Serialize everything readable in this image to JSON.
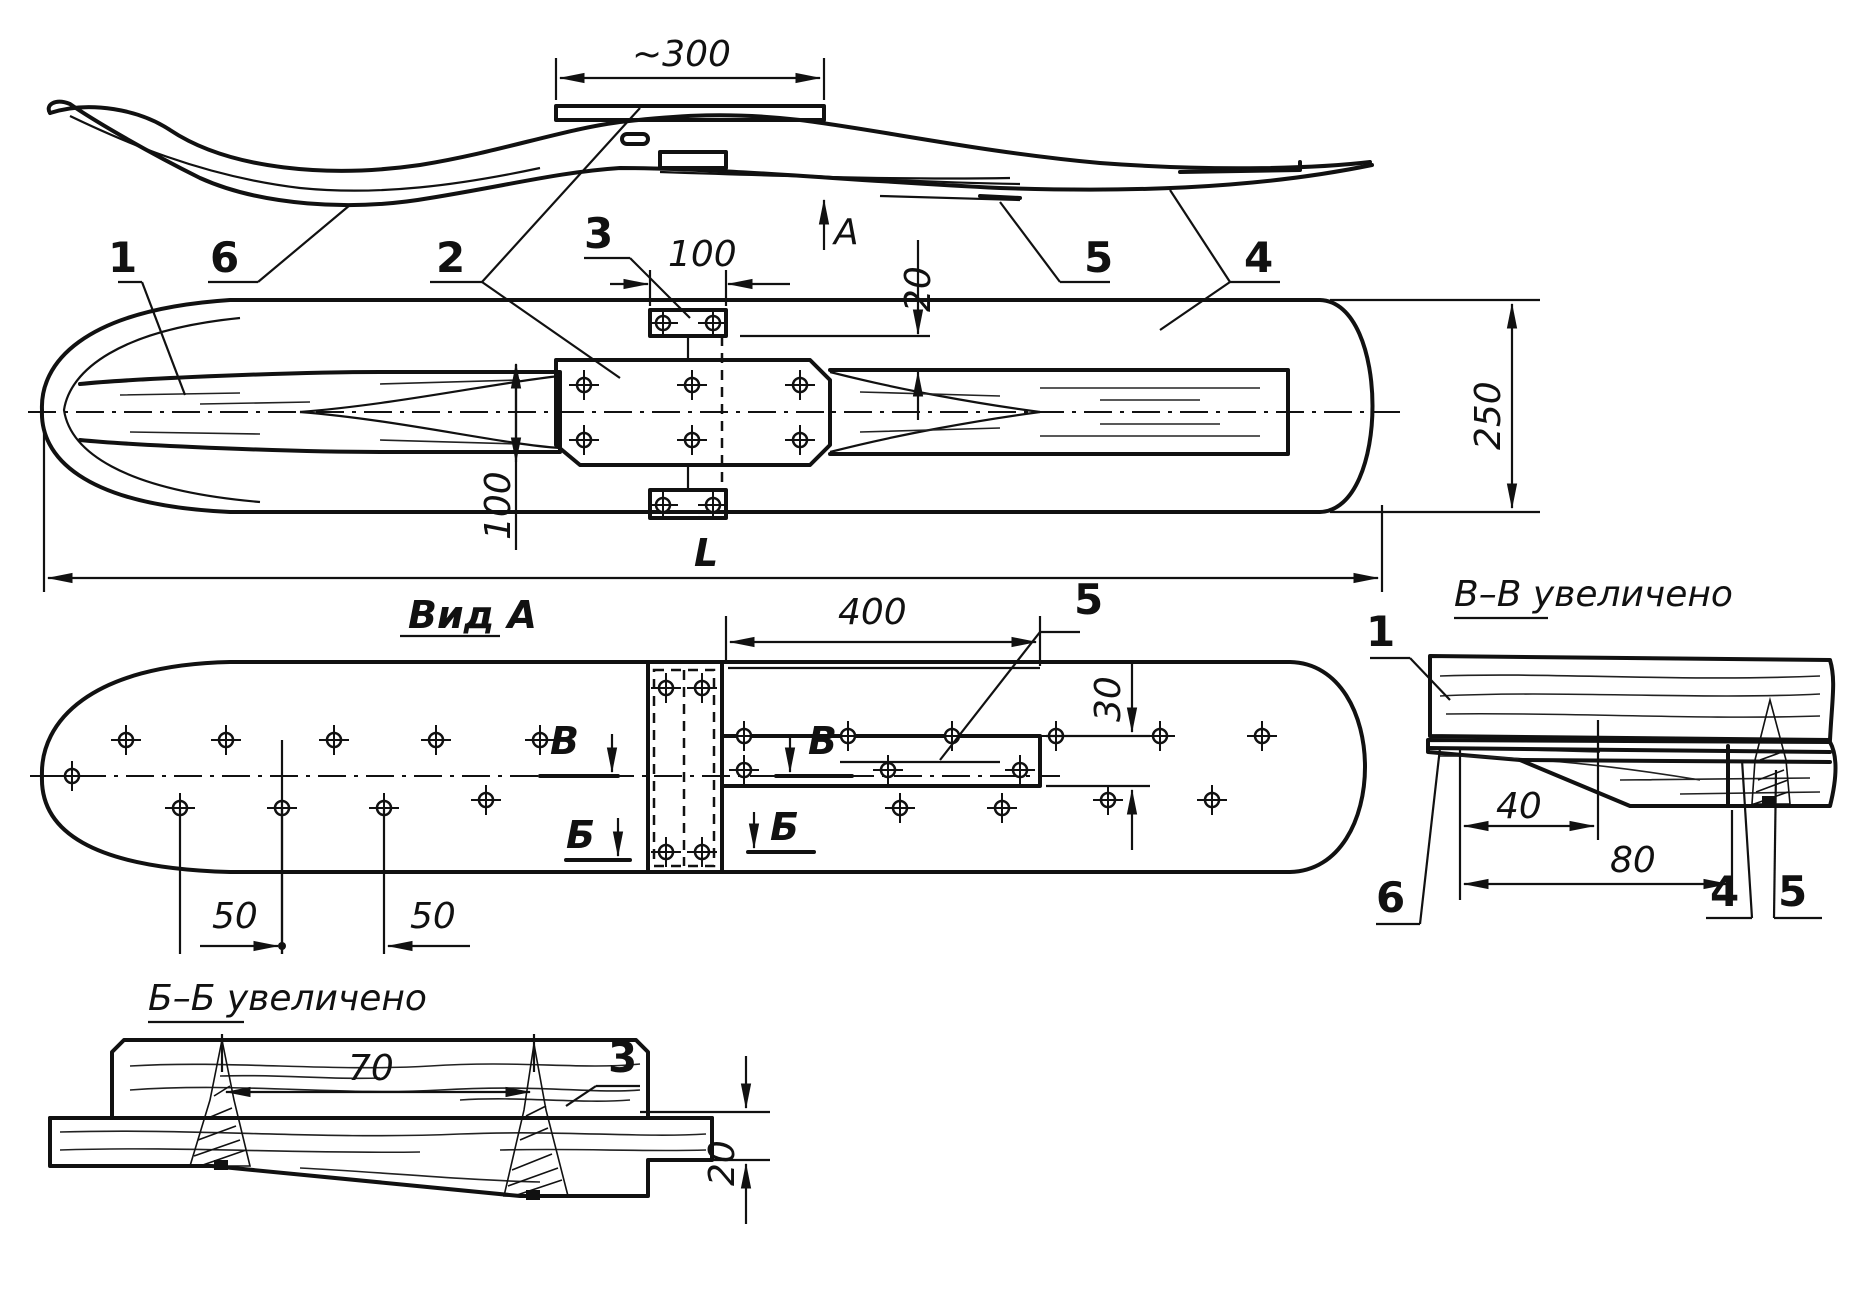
{
  "callouts": {
    "c1": "1",
    "c2": "2",
    "c3": "3",
    "c4": "4",
    "c5": "5",
    "c6": "6",
    "v_c1": "1",
    "v_c4": "4",
    "v_c5": "5",
    "v_c6": "6",
    "vidA_c5": "5",
    "bb_c3": "3"
  },
  "dimensions": {
    "approx300": "~300",
    "d100_top": "100",
    "d20_top": "20",
    "d250": "250",
    "d100_side": "100",
    "L": "L",
    "d400": "400",
    "d30": "30",
    "d50_left": "50",
    "d50_right": "50",
    "d40": "40",
    "d80": "80",
    "d70": "70",
    "d20_bb": "20",
    "arrowA": "A"
  },
  "views": {
    "vidA": "Вид А",
    "vv_title_prefix": "В–В",
    "vv_title_suffix": " увеличено",
    "bb_title_prefix": "Б–Б",
    "bb_title_suffix": " увеличено",
    "cut_B1": "В",
    "cut_B2": "В",
    "cut_Bb1": "Б",
    "cut_Bb2": "Б"
  }
}
